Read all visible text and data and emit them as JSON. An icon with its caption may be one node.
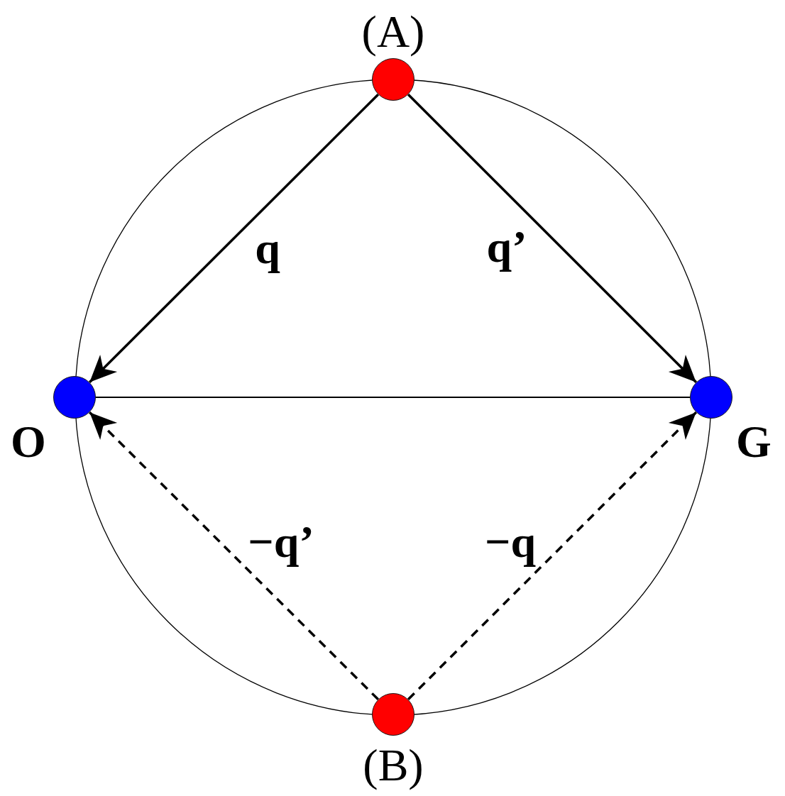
{
  "diagram": {
    "nodes": [
      {
        "text": [
          "(A)"
        ]
      },
      {
        "text": [
          "O"
        ]
      },
      {
        "text": [
          "G"
        ]
      },
      {
        "text": [
          "(B)"
        ]
      }
    ],
    "edges": [
      {
        "from": 0,
        "to": 1,
        "arrow": "to",
        "label": "q"
      },
      {
        "from": 0,
        "to": 2,
        "arrow": "to",
        "label": "q’"
      },
      {
        "from": 1,
        "to": 2,
        "arrow": "none"
      },
      {
        "from": 3,
        "to": 1,
        "arrow": "to",
        "label": "−q’",
        "style": "dashed"
      },
      {
        "from": 3,
        "to": 2,
        "arrow": "to",
        "label": "−q",
        "style": "dashed"
      }
    ]
  }
}
